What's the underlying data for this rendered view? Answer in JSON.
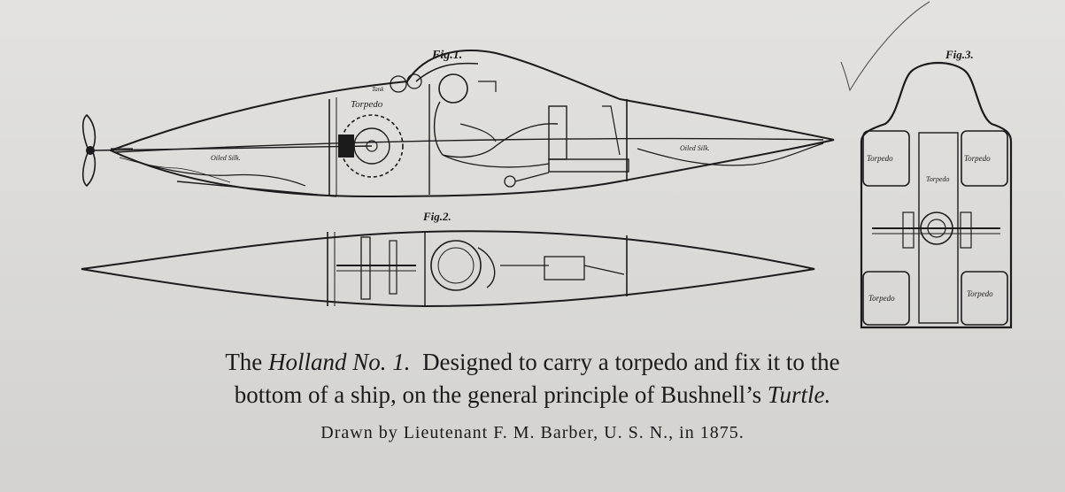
{
  "diagram": {
    "fig1_label": "Fig.1.",
    "fig2_label": "Fig.2.",
    "fig3_label": "Fig.3.",
    "torpedo_label": "Torpedo",
    "oiled_silk_label": "Oiled Silk.",
    "cabin_label": "Tank",
    "compartments": [
      "Torpedo",
      "Torpedo",
      "Torpedo",
      "Torpedo",
      "Torpedo"
    ]
  },
  "caption": {
    "line1_pre": "The ",
    "line1_title": "Holland No. 1.",
    "line1_post": "  Designed to carry a torpedo and fix it to the",
    "line2_pre": "bottom of a ship, on the general principle of Bushnell’s ",
    "line2_title": "Turtle.",
    "line3": "Drawn by Lieutenant F. M. Barber, U. S. N., in 1875."
  },
  "colors": {
    "ink": "#1b1b1b",
    "paper": "#dcdbd7"
  }
}
